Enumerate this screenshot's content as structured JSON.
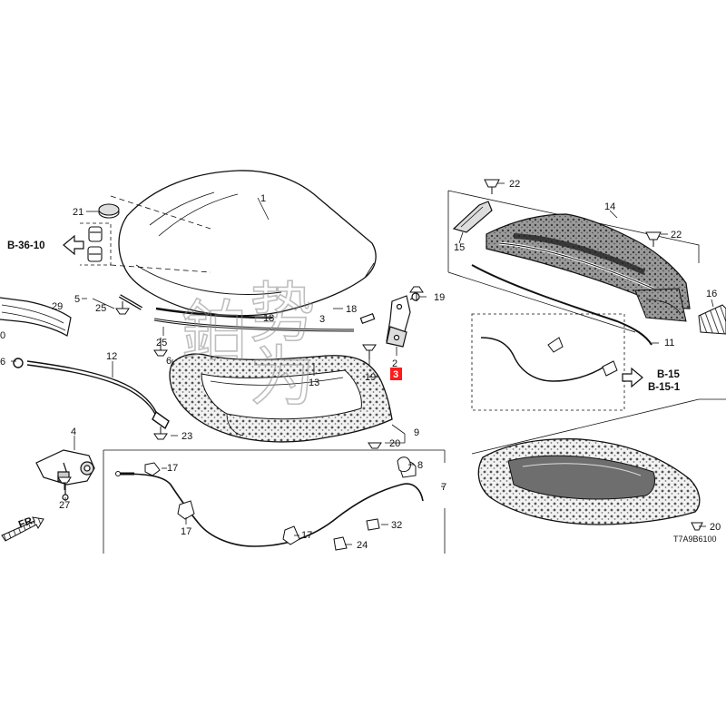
{
  "diagram": {
    "callouts": {
      "c1": "1",
      "c2": "2",
      "c3": "3",
      "c4": "4",
      "c5": "5",
      "c6": "6",
      "c7": "7",
      "c8": "8",
      "c9": "9",
      "c10": "0",
      "c11": "11",
      "c12": "12",
      "c13": "13",
      "c14": "14",
      "c15": "15",
      "c16": "16",
      "c17a": "17",
      "c17b": "17",
      "c17c": "17",
      "c18a": "18",
      "c18b": "18",
      "c19a": "19",
      "c19b": "19",
      "c20a": "20",
      "c20b": "20",
      "c21": "21",
      "c22a": "22",
      "c22b": "22",
      "c23": "23",
      "c24": "24",
      "c25a": "25",
      "c25b": "25",
      "c26": "6",
      "c27": "27",
      "c29": "29",
      "c32": "32",
      "c3b": "3"
    },
    "highlight_label": "3",
    "refs": {
      "r1": "B-36-10",
      "r2": "B-15",
      "r3": "B-15-1",
      "fr": "FR."
    },
    "diagram_code": "T7A9B6100",
    "watermark": {
      "line1": "鉑",
      "line2": "势",
      "line3": "为"
    }
  }
}
